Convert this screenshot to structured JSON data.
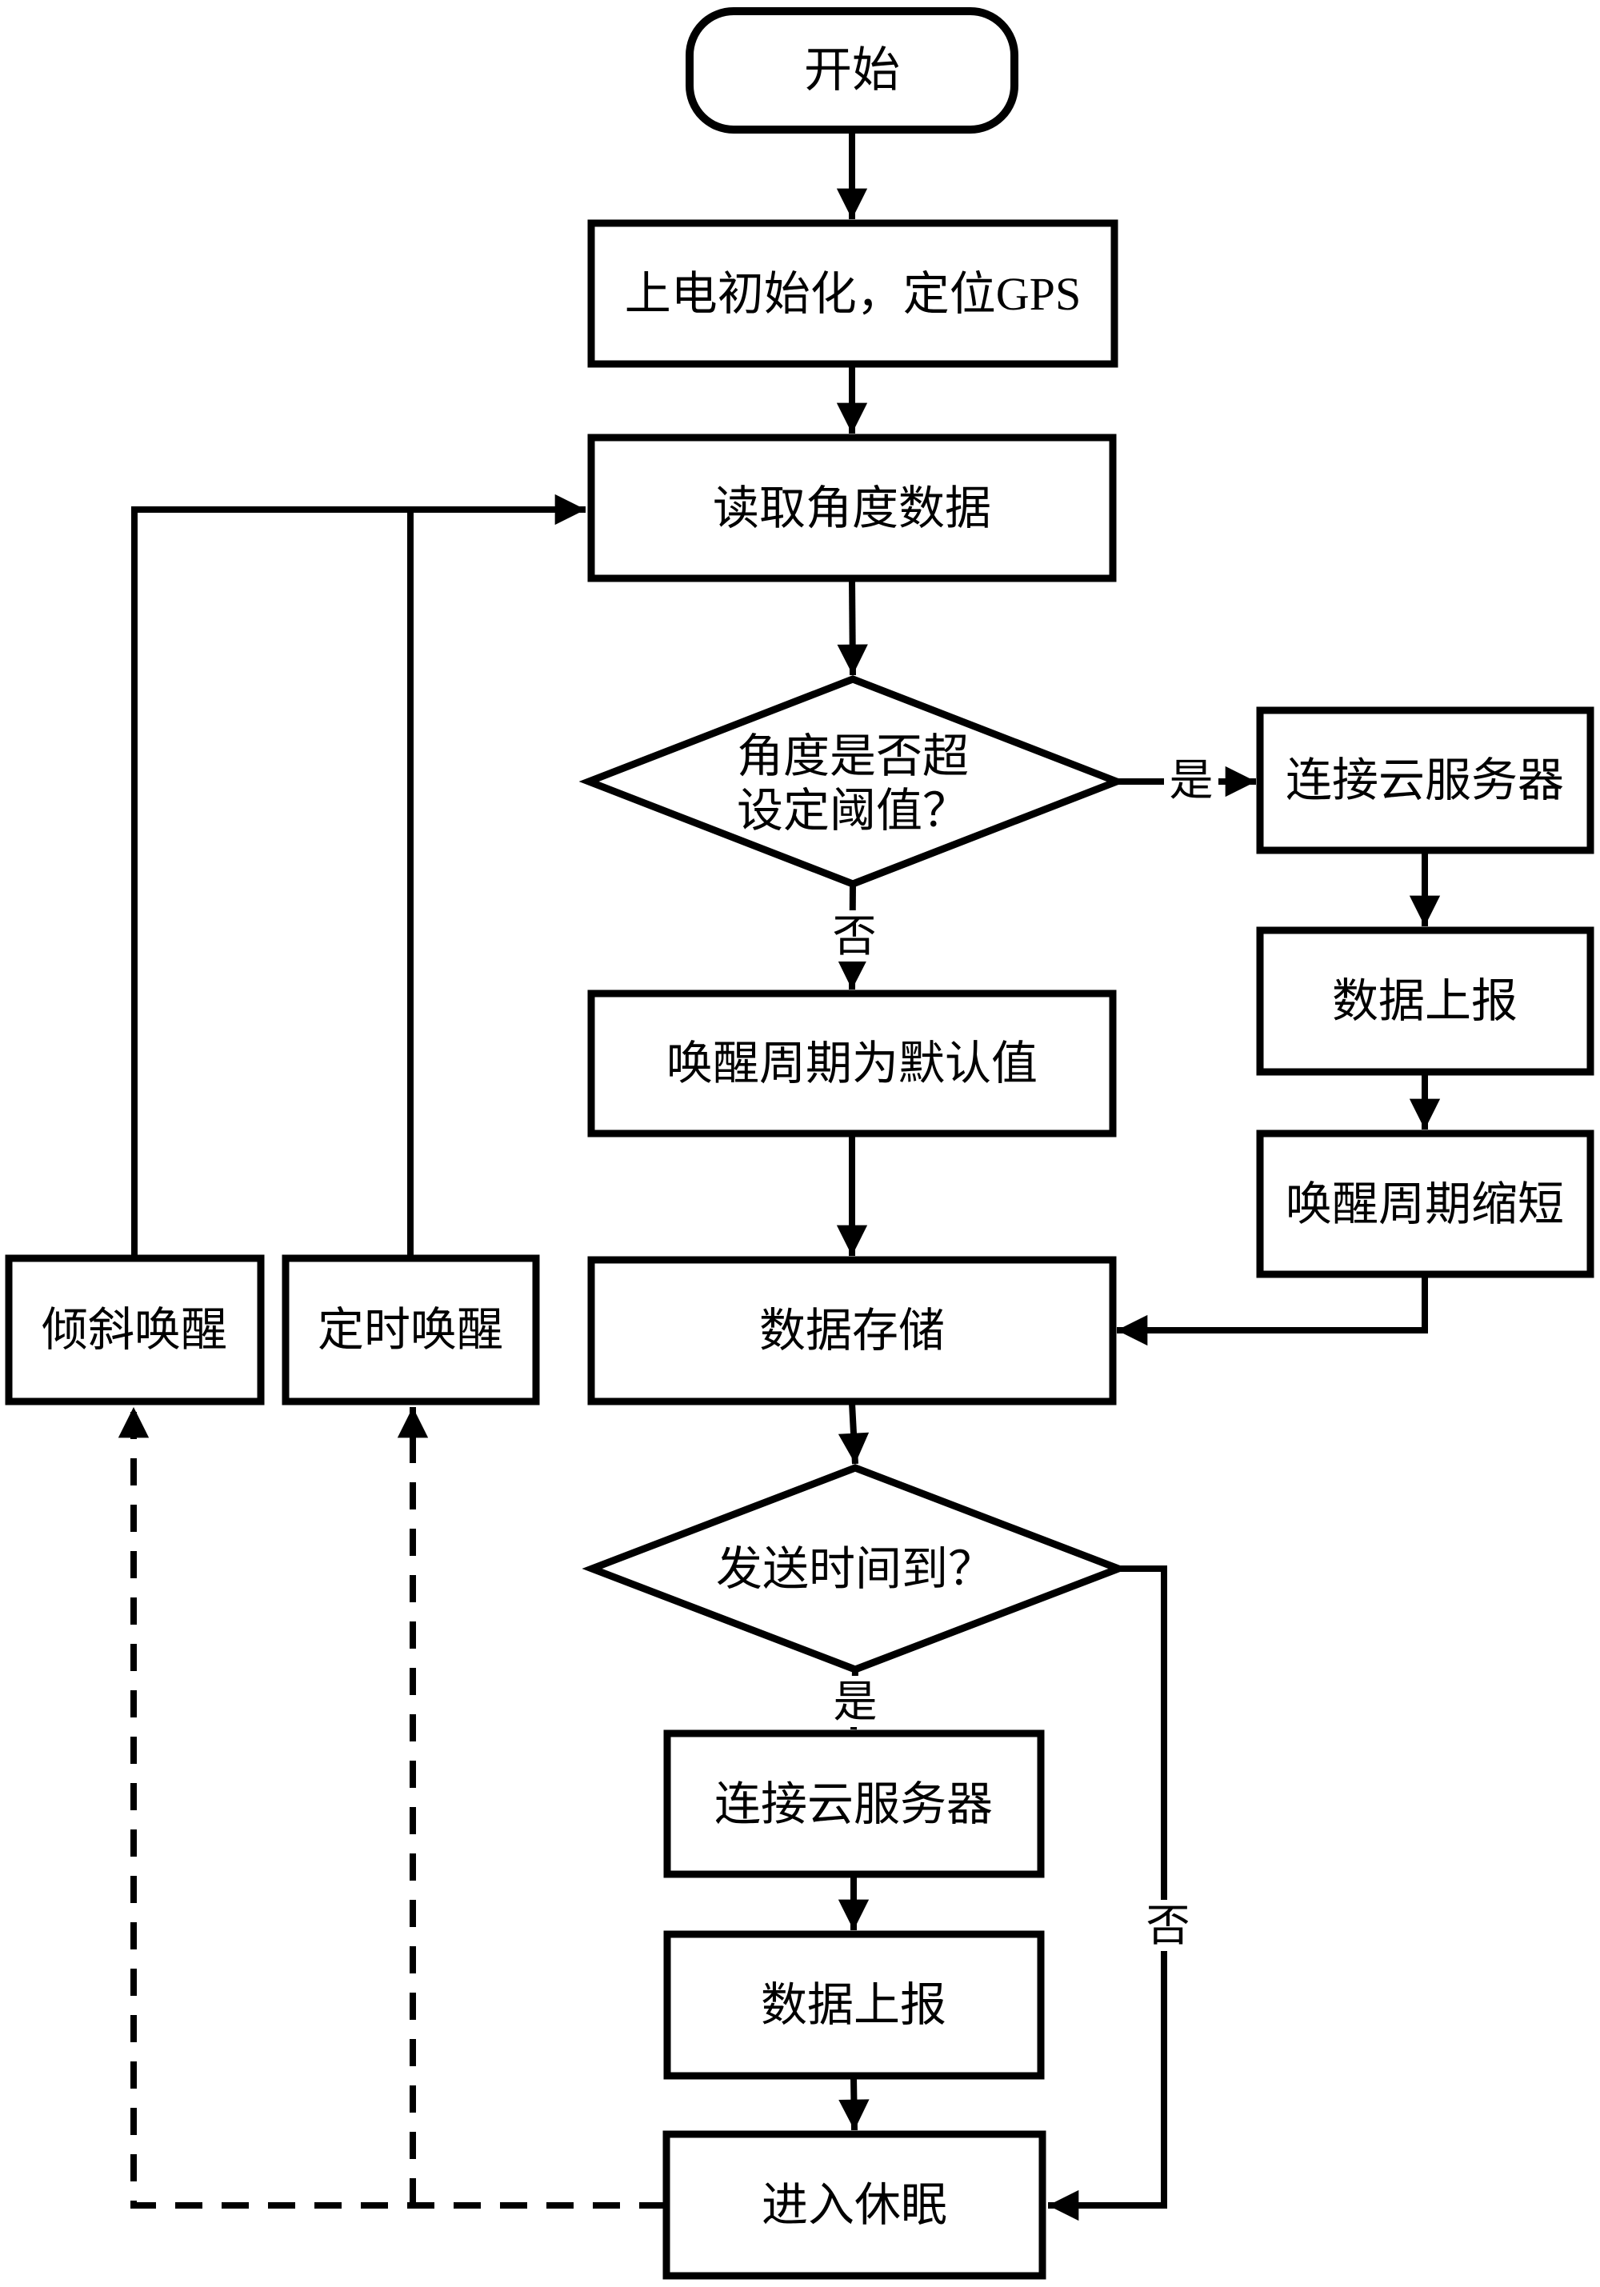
{
  "figure": {
    "background_color": "#ffffff",
    "line_color": "#000000",
    "type": "flowchart",
    "nodes": {
      "start": {
        "label": "开始",
        "shape": "rounded"
      },
      "init": {
        "label": "上电初始化，定位GPS",
        "shape": "rect"
      },
      "read": {
        "label": "读取角度数据",
        "shape": "rect"
      },
      "d1": {
        "line1": "角度是否超",
        "line2": "设定阈值？",
        "shape": "diamond"
      },
      "cloud1": {
        "label": "连接云服务器",
        "shape": "rect"
      },
      "report1": {
        "label": "数据上报",
        "shape": "rect"
      },
      "shorten": {
        "label": "唤醒周期缩短",
        "shape": "rect"
      },
      "default": {
        "label": "唤醒周期为默认值",
        "shape": "rect"
      },
      "store": {
        "label": "数据存储",
        "shape": "rect"
      },
      "tilt": {
        "label": "倾斜唤醒",
        "shape": "rect"
      },
      "timer": {
        "label": "定时唤醒",
        "shape": "rect"
      },
      "d2": {
        "label": "发送时间到？",
        "shape": "diamond"
      },
      "cloud2": {
        "label": "连接云服务器",
        "shape": "rect"
      },
      "report2": {
        "label": "数据上报",
        "shape": "rect"
      },
      "sleep": {
        "label": "进入休眠",
        "shape": "rect"
      }
    },
    "edge_labels": {
      "yes1": "是",
      "no1": "否",
      "yes2": "是",
      "no2": "否"
    }
  }
}
